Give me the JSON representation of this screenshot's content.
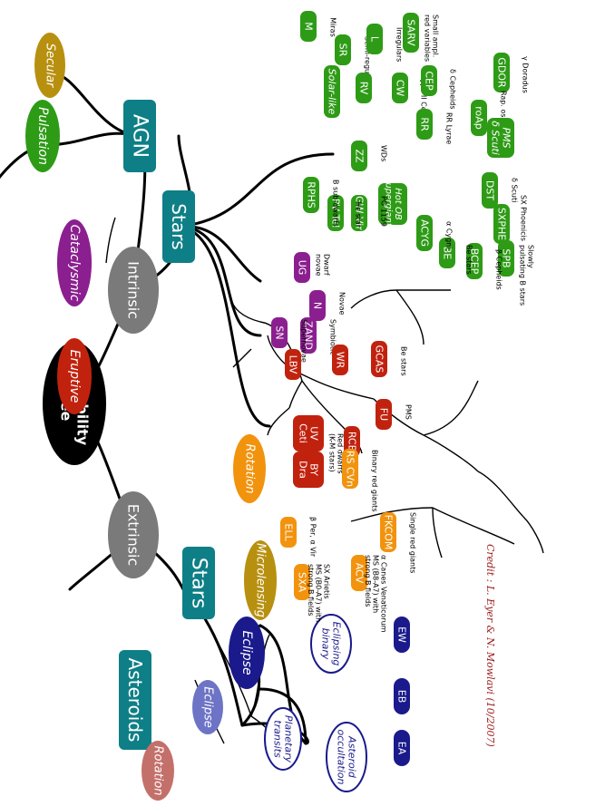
{
  "root": {
    "line1": "Variability",
    "line2": "Tree"
  },
  "level1": {
    "intrinsic": "Intrinsic",
    "extrinsic": "Extrinsic"
  },
  "intrinsic": {
    "agn": "AGN",
    "stars": "Stars"
  },
  "extrinsic": {
    "stars": "Stars",
    "asteroids": "Asteroids"
  },
  "asteroids": {
    "rotation": "Rotation",
    "eclipse": "Eclipse"
  },
  "categories": {
    "secular": "Secular",
    "pulsation": "Pulsation",
    "cataclysmic": "Cataclysmic",
    "eruptive": "Eruptive",
    "rotation": "Rotation",
    "microlensing": "Microlensing",
    "eclipse": "Eclipse"
  },
  "eclipse": {
    "binary_1": "Eclipsing",
    "binary_2": "binary",
    "transit_1": "Planetary",
    "transit_2": "transits",
    "occult_1": "Asteroid",
    "occult_2": "occultation",
    "ew": "EW",
    "eb": "EB",
    "ea": "EA"
  },
  "pulsation": {
    "m": "M",
    "m_desc": "Miras",
    "sr": "SR",
    "sr_desc": "Semi-regulars",
    "l": "L",
    "l_desc": "Irregulars",
    "sarv": "SARV",
    "sarv_desc1": "Small ampl.",
    "sarv_desc2": "red variables",
    "solar": "Solar-like",
    "rv": "RV",
    "cw": "CW",
    "cw_desc": "Type II Ceph.",
    "cep": "CEP",
    "cep_desc": "δ Cepheids",
    "rr": "RR",
    "rr_desc": "RR Lyrae",
    "gdor": "GDOR",
    "gdor_desc": "γ Doradus",
    "roap": "roAp",
    "roap_desc": "Rap. osc. Ap",
    "pms1": "PMS",
    "pms2": "δ Scuti",
    "dst": "DST",
    "dst_desc": "δ Scuti",
    "sxphe": "SXPHE",
    "sxphe_desc": "SX Phoenicis",
    "spb": "SPB",
    "spb_desc1": "Slowly",
    "spb_desc2": "pulsating B stars",
    "bcep": "BCEP",
    "bcep_desc": "β Cepheids",
    "be": "BE",
    "be_desc": "Be stars",
    "acyg": "ACYG",
    "acyg_desc": "α Cygni",
    "hotob1": "Hot OB",
    "hotob2": "Supergiants",
    "zz": "ZZ",
    "zz_desc": "WDs",
    "gwvir": "GW Vir",
    "gwvir_desc": "PG 1159",
    "pvtel": "PV Tel",
    "pvtel_desc": "He star",
    "rphs": "RPHS",
    "rphs_desc": "B sub-dwarfs"
  },
  "cataclysmic": {
    "ug": "UG",
    "ug_desc1": "Dwarf",
    "ug_desc2": "novae",
    "n": "N",
    "n_desc": "Novae",
    "zand": "ZAND",
    "zand_desc": "Symbiotic",
    "sn": "SN",
    "sn_desc": "Supernovae"
  },
  "eruptive": {
    "lbv": "LBV",
    "wr": "WR",
    "gcas": "GCAS",
    "gcas_desc": "Be stars",
    "fu": "FU",
    "fu_desc": "PMS",
    "rcb": "RCB"
  },
  "rotation": {
    "uv": "UV",
    "ceti": "Ceti",
    "by": "BY",
    "dra": "Dra",
    "reddwarfs1": "Red dwarfs",
    "reddwarfs2": "(K-M stars)",
    "rscvn": "RS CVn",
    "rscvn_desc": "Binary red giants",
    "fkcom": "FKCOM",
    "fkcom_desc": "Single red giants",
    "ell": "ELL",
    "ell_desc": "β Per, α Vir",
    "sxa": "SXA",
    "sxa_desc1": "SX Arietis",
    "sxa_desc2": "MS (B0-A7) with",
    "sxa_desc3": "strong B fields",
    "acv": "ACV",
    "acv_desc1": "α Canes Venaticorum",
    "acv_desc2": "MS (B8-A7) with",
    "acv_desc3": "strong B fields"
  },
  "credit": "Credit : L. Eyer & N. Mowlavi  (10/2007)",
  "colors": {
    "green": "#2e9b16",
    "purple": "#8b1f8f",
    "red": "#c1220e",
    "orange": "#f2930e",
    "navy": "#1a1a8c",
    "teal": "#0e7f86",
    "gray": "#7a7a7a",
    "gold": "#b8900f",
    "lavender": "#6d74c6",
    "rose": "#c4706a",
    "credit": "#9c1a1a"
  }
}
